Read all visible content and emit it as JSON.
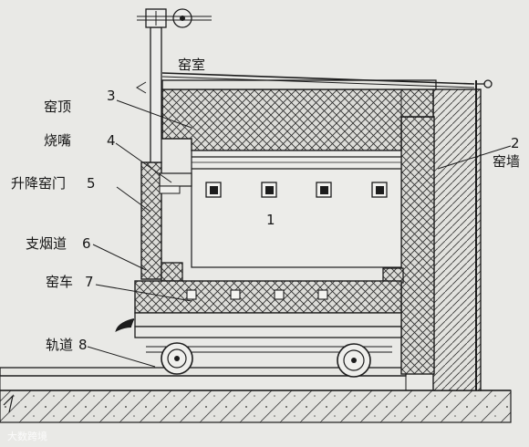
{
  "labels": {
    "kiln_chamber": "窑室",
    "kiln_roof": "窑顶",
    "kiln_roof_num": "3",
    "burner": "烧嘴",
    "burner_num": "4",
    "lift_door": "升降窑门",
    "lift_door_num": "5",
    "chimney_branch": "支烟道",
    "chimney_branch_num": "6",
    "kiln_car": "窑车",
    "kiln_car_num": "7",
    "track": "轨道",
    "track_num": "8",
    "kiln_wall": "窑墙",
    "kiln_wall_num": "2",
    "chamber_num": "1"
  },
  "watermark": "大数跨境",
  "colors": {
    "line": "#1c1c1c",
    "background": "#e9e9e6",
    "brick": "#dcdcd8"
  }
}
